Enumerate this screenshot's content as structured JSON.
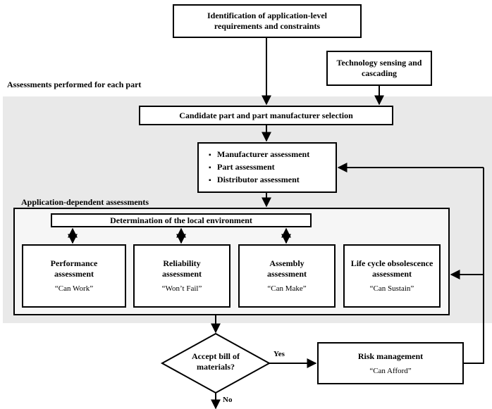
{
  "top": {
    "requirements": "Identification of application-level requirements and constraints"
  },
  "tech": {
    "sensing": "Technology sensing and cascading"
  },
  "region": {
    "label": "Assessments performed for each part"
  },
  "candidate": {
    "label": "Candidate part and part manufacturer selection"
  },
  "assessments": {
    "items": [
      "Manufacturer assessment",
      "Part assessment",
      "Distributor assessment"
    ]
  },
  "app_dependent": {
    "label": "Application-dependent assessments",
    "local_env": "Determination of the local environment",
    "boxes": [
      {
        "title": "Performance assessment",
        "quote": "“Can Work”"
      },
      {
        "title": "Reliability assessment",
        "quote": "“Won’t Fail”"
      },
      {
        "title": "Assembly assessment",
        "quote": "“Can Make”"
      },
      {
        "title": "Life cycle obsolescence assessment",
        "quote": "“Can Sustain”"
      }
    ]
  },
  "decision": {
    "label": "Accept bill of materials?",
    "yes": "Yes",
    "no": "No"
  },
  "risk": {
    "title": "Risk management",
    "quote": "“Can Afford”"
  }
}
